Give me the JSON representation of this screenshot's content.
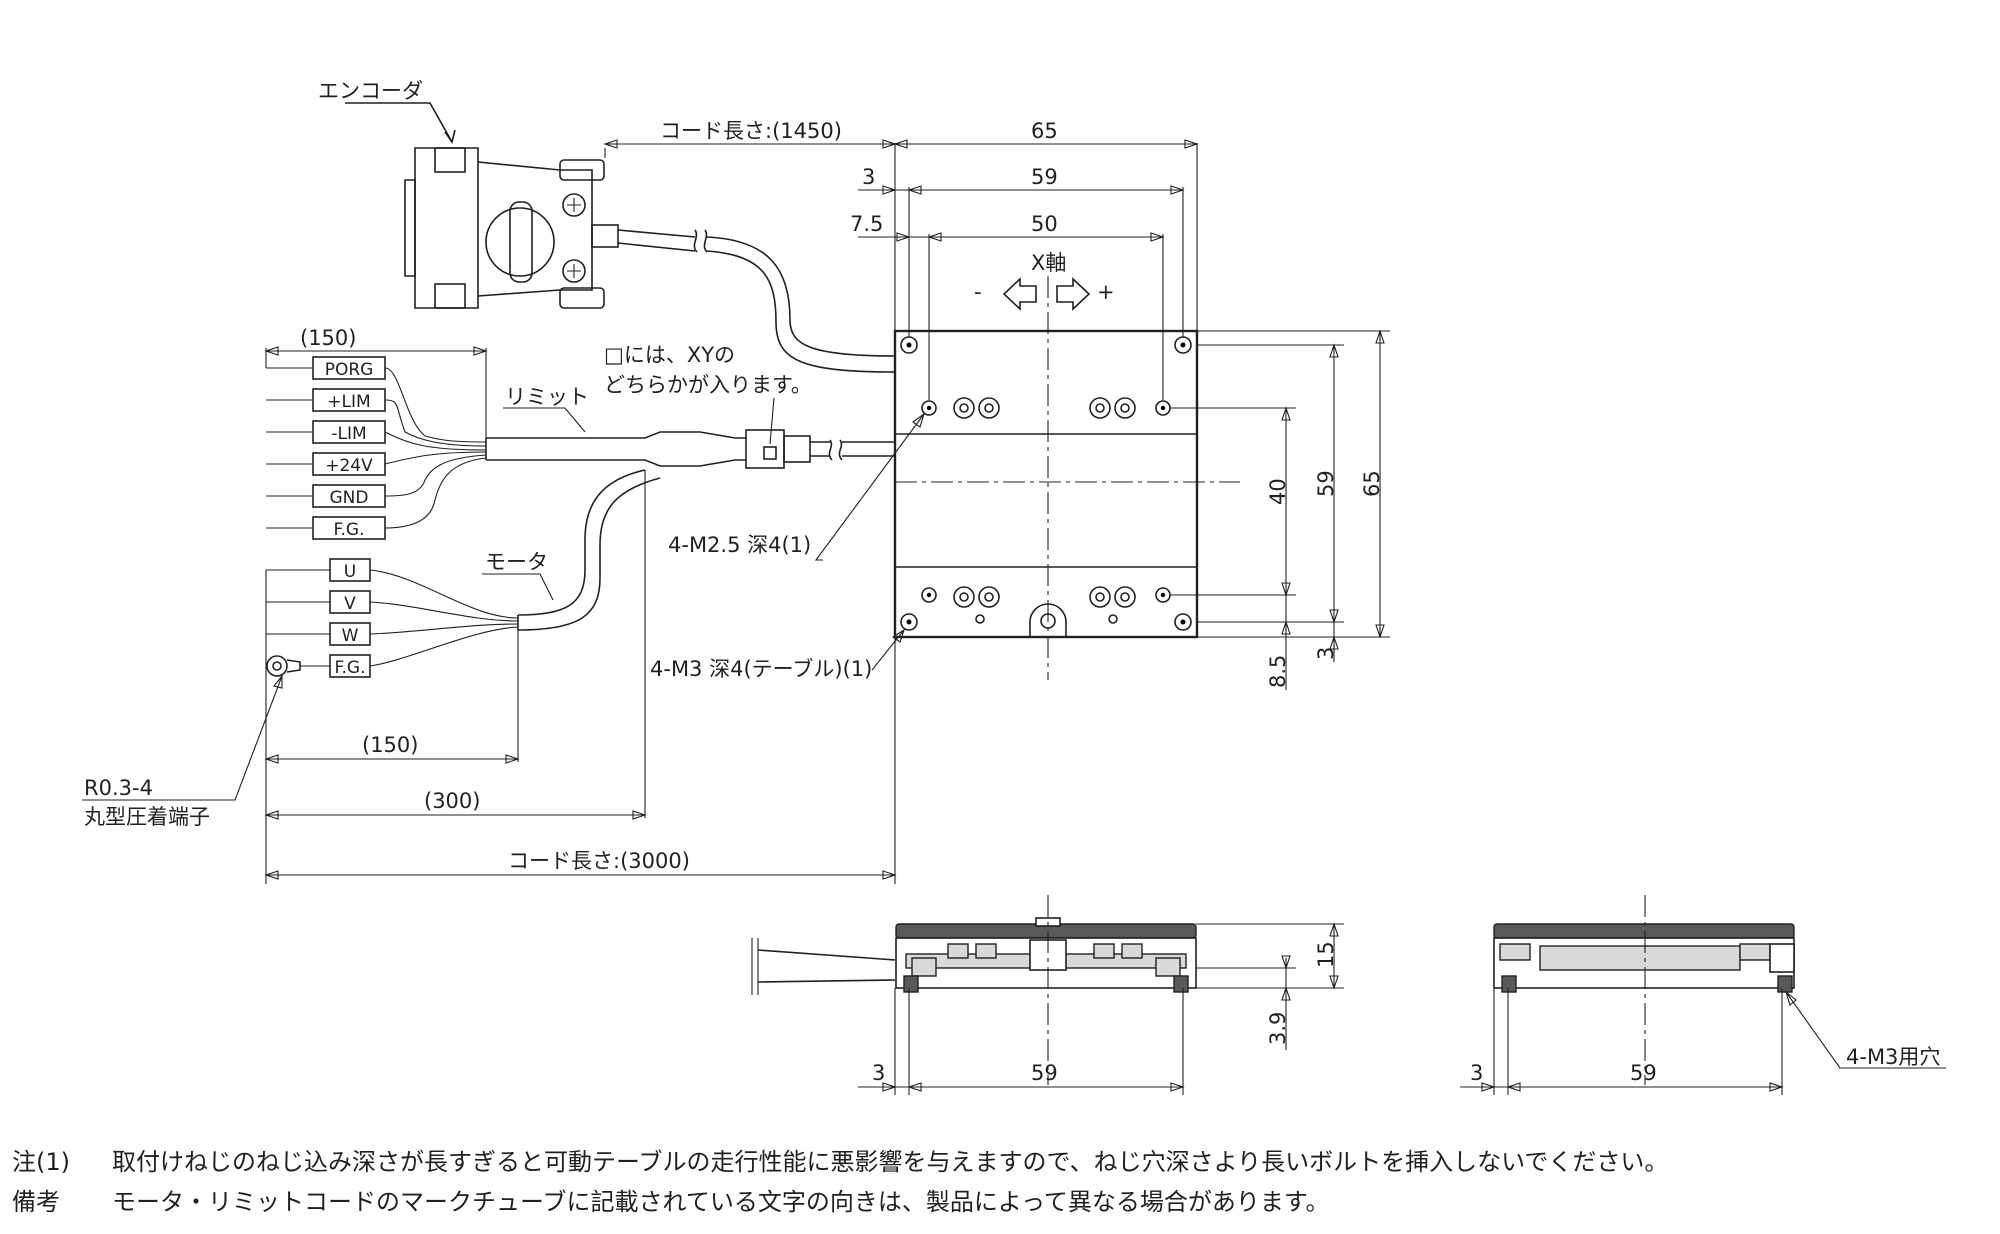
{
  "labels": {
    "encoder": "エンコーダ",
    "cord_length_encoder": "コード長さ:(1450)",
    "cable_150_top": "(150)",
    "limit": "リミット",
    "motor": "モータ",
    "xy_note_1": "□には、XYの",
    "xy_note_2": "どちらかが入ります。",
    "xy_box": "□",
    "axis": "X軸",
    "minus": "-",
    "plus": "+",
    "tap_m25": "4-M2.5 深4(1)",
    "tap_m3": "4-M3 深4(テーブル)(1)",
    "ring_terminal_1": "R0.3-4",
    "ring_terminal_2": "丸型圧着端子",
    "cable_150_bottom": "(150)",
    "cable_300": "(300)",
    "cord_length_total": "コード長さ:(3000)",
    "hole_m3": "4-M3用穴"
  },
  "wires": {
    "limit": [
      "PORG",
      "+LIM",
      "-LIM",
      "+24V",
      "GND",
      "F.G."
    ],
    "motor": [
      "U",
      "V",
      "W",
      "F.G."
    ]
  },
  "dimensions": {
    "top_65": "65",
    "top_3": "3",
    "top_59": "59",
    "top_7_5": "7.5",
    "top_50": "50",
    "right_40": "40",
    "right_59": "59",
    "right_65": "65",
    "right_8_5": "8.5",
    "right_3": "3",
    "side_15": "15",
    "side_3_9": "3.9",
    "bottom_left_3": "3",
    "bottom_left_59": "59",
    "bottom_right_3": "3",
    "bottom_right_59": "59"
  },
  "notes": [
    {
      "mark": "注(1)",
      "text": "取付けねじのねじ込み深さが長すぎると可動テーブルの走行性能に悪影響を与えますので、ねじ穴深さより長いボルトを挿入しないでください。"
    },
    {
      "mark": "備考",
      "text": "モータ・リミットコードのマークチューブに記載されている文字の向きは、製品によって異なる場合があります。"
    }
  ]
}
